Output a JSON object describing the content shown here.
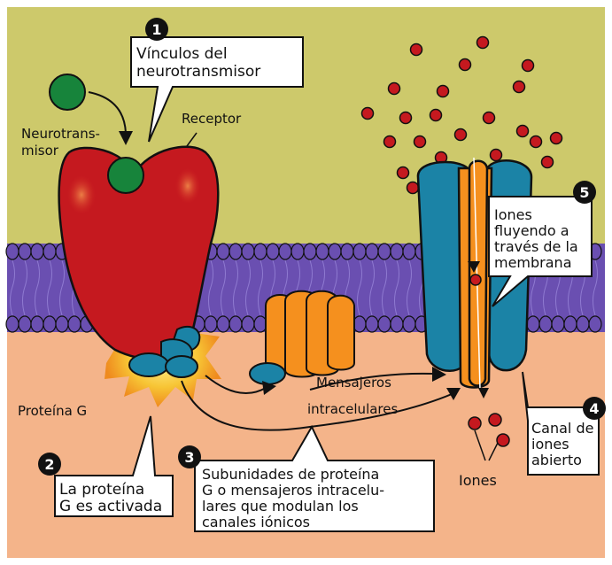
{
  "steps": {
    "s1": {
      "number": "1",
      "lines": [
        "Vínculos del",
        "neurotransmisor"
      ]
    },
    "s2": {
      "number": "2",
      "lines": [
        "La proteína",
        "G es activada"
      ]
    },
    "s3": {
      "number": "3",
      "lines": [
        "Subunidades de proteína",
        "G o mensajeros intracelu-",
        "lares que modulan los",
        "canales iónicos"
      ]
    },
    "s4": {
      "number": "4",
      "lines": [
        "Canal de",
        "iones",
        "abierto"
      ]
    },
    "s5": {
      "number": "5",
      "lines": [
        "Iones",
        "fluyendo a",
        "través de la",
        "membrana"
      ]
    }
  },
  "labels": {
    "neurotransmitter": [
      "Neurotrans-",
      "misor"
    ],
    "receptor": "Receptor",
    "g_protein": "Proteína G",
    "messengers": [
      "Mensajeros",
      "intracelulares"
    ],
    "ions": "Iones"
  },
  "colors": {
    "extracellular": "#cdc96b",
    "intracellular": "#f4b48a",
    "membrane": "#6a4fb1",
    "receptor": "#c5191f",
    "neurotransmitter": "#17843b",
    "g_protein": "#1b83a6",
    "messenger_protein": "#f5901e",
    "ion_channel": "#1b83a6",
    "ion": "#c5191f"
  }
}
